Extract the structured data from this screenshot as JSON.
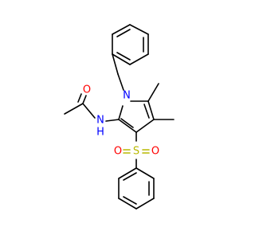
{
  "atoms": {
    "o_carbonyl": {
      "text": "O",
      "color": "#ff0000"
    },
    "n_amide": {
      "text": "N",
      "color": "#0000ff"
    },
    "h_amide": {
      "text": "H",
      "color": "#0000ff"
    },
    "n_pyrrole": {
      "text": "N",
      "color": "#0000ff"
    },
    "s_sulfonyl": {
      "text": "S",
      "color": "#b8b800"
    },
    "o_sulfonyl_left": {
      "text": "O",
      "color": "#ff0000"
    },
    "o_sulfonyl_right": {
      "text": "O",
      "color": "#ff0000"
    }
  },
  "colors": {
    "bond": "#000000",
    "oxygen": "#ff0000",
    "nitrogen": "#0000ff",
    "sulfur": "#b8b800",
    "background": "#ffffff"
  }
}
